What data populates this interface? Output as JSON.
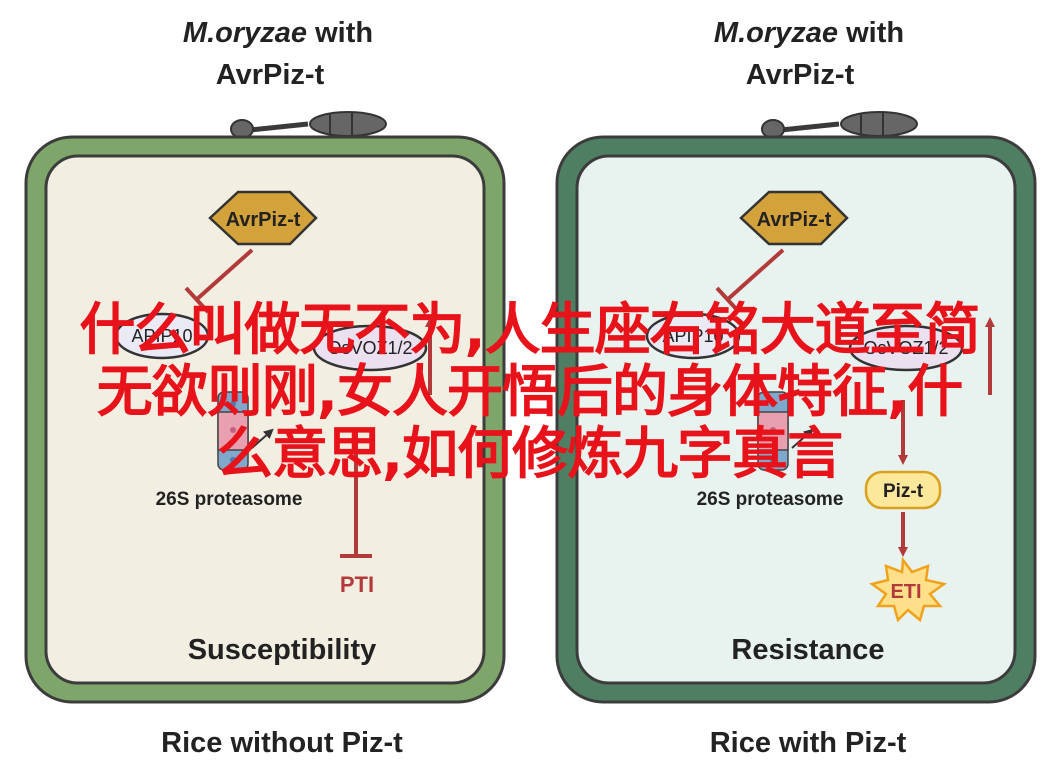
{
  "colors": {
    "left_wall": "#7fa66a",
    "left_inner": "#f2efe2",
    "right_wall": "#4f7f63",
    "right_inner": "#e8f2ee",
    "hex_fill": "#d4a23a",
    "red": "#b23a3a",
    "badge_fill": "#fbe89a",
    "badge_stroke": "#d9a11d",
    "star_fill": "#ffe08a",
    "star_stroke": "#f0a21b",
    "overlay_red": "#e8121a"
  },
  "left": {
    "header_species": "M.oryzae",
    "header_with": " with",
    "header_effector": "AvrPiz-t",
    "effector_label": "AvrPiz-t",
    "apip10_label": "APIP10",
    "osvoz_label": "OsVOZ1/2",
    "proteasome_label": "26S proteasome",
    "pti_label": "PTI",
    "outcome_label": "Susceptibility",
    "caption": "Rice without Piz-t"
  },
  "right": {
    "header_species": "M.oryzae",
    "header_with": " with",
    "header_effector": "AvrPiz-t",
    "effector_label": "AvrPiz-t",
    "apip10_label": "APIP10",
    "osvoz_label": "OsVOZ1/2",
    "proteasome_label": "26S proteasome",
    "pizt_label": "Piz-t",
    "eti_label": "ETI",
    "outcome_label": "Resistance",
    "caption": "Rice with Piz-t"
  },
  "overlay": {
    "line1": "什么叫做无不为,人生座右铭大道至简",
    "line2": "无欲则刚,女人开悟后的身体特征,什",
    "line3": "么意思,如何修炼九字真言"
  }
}
